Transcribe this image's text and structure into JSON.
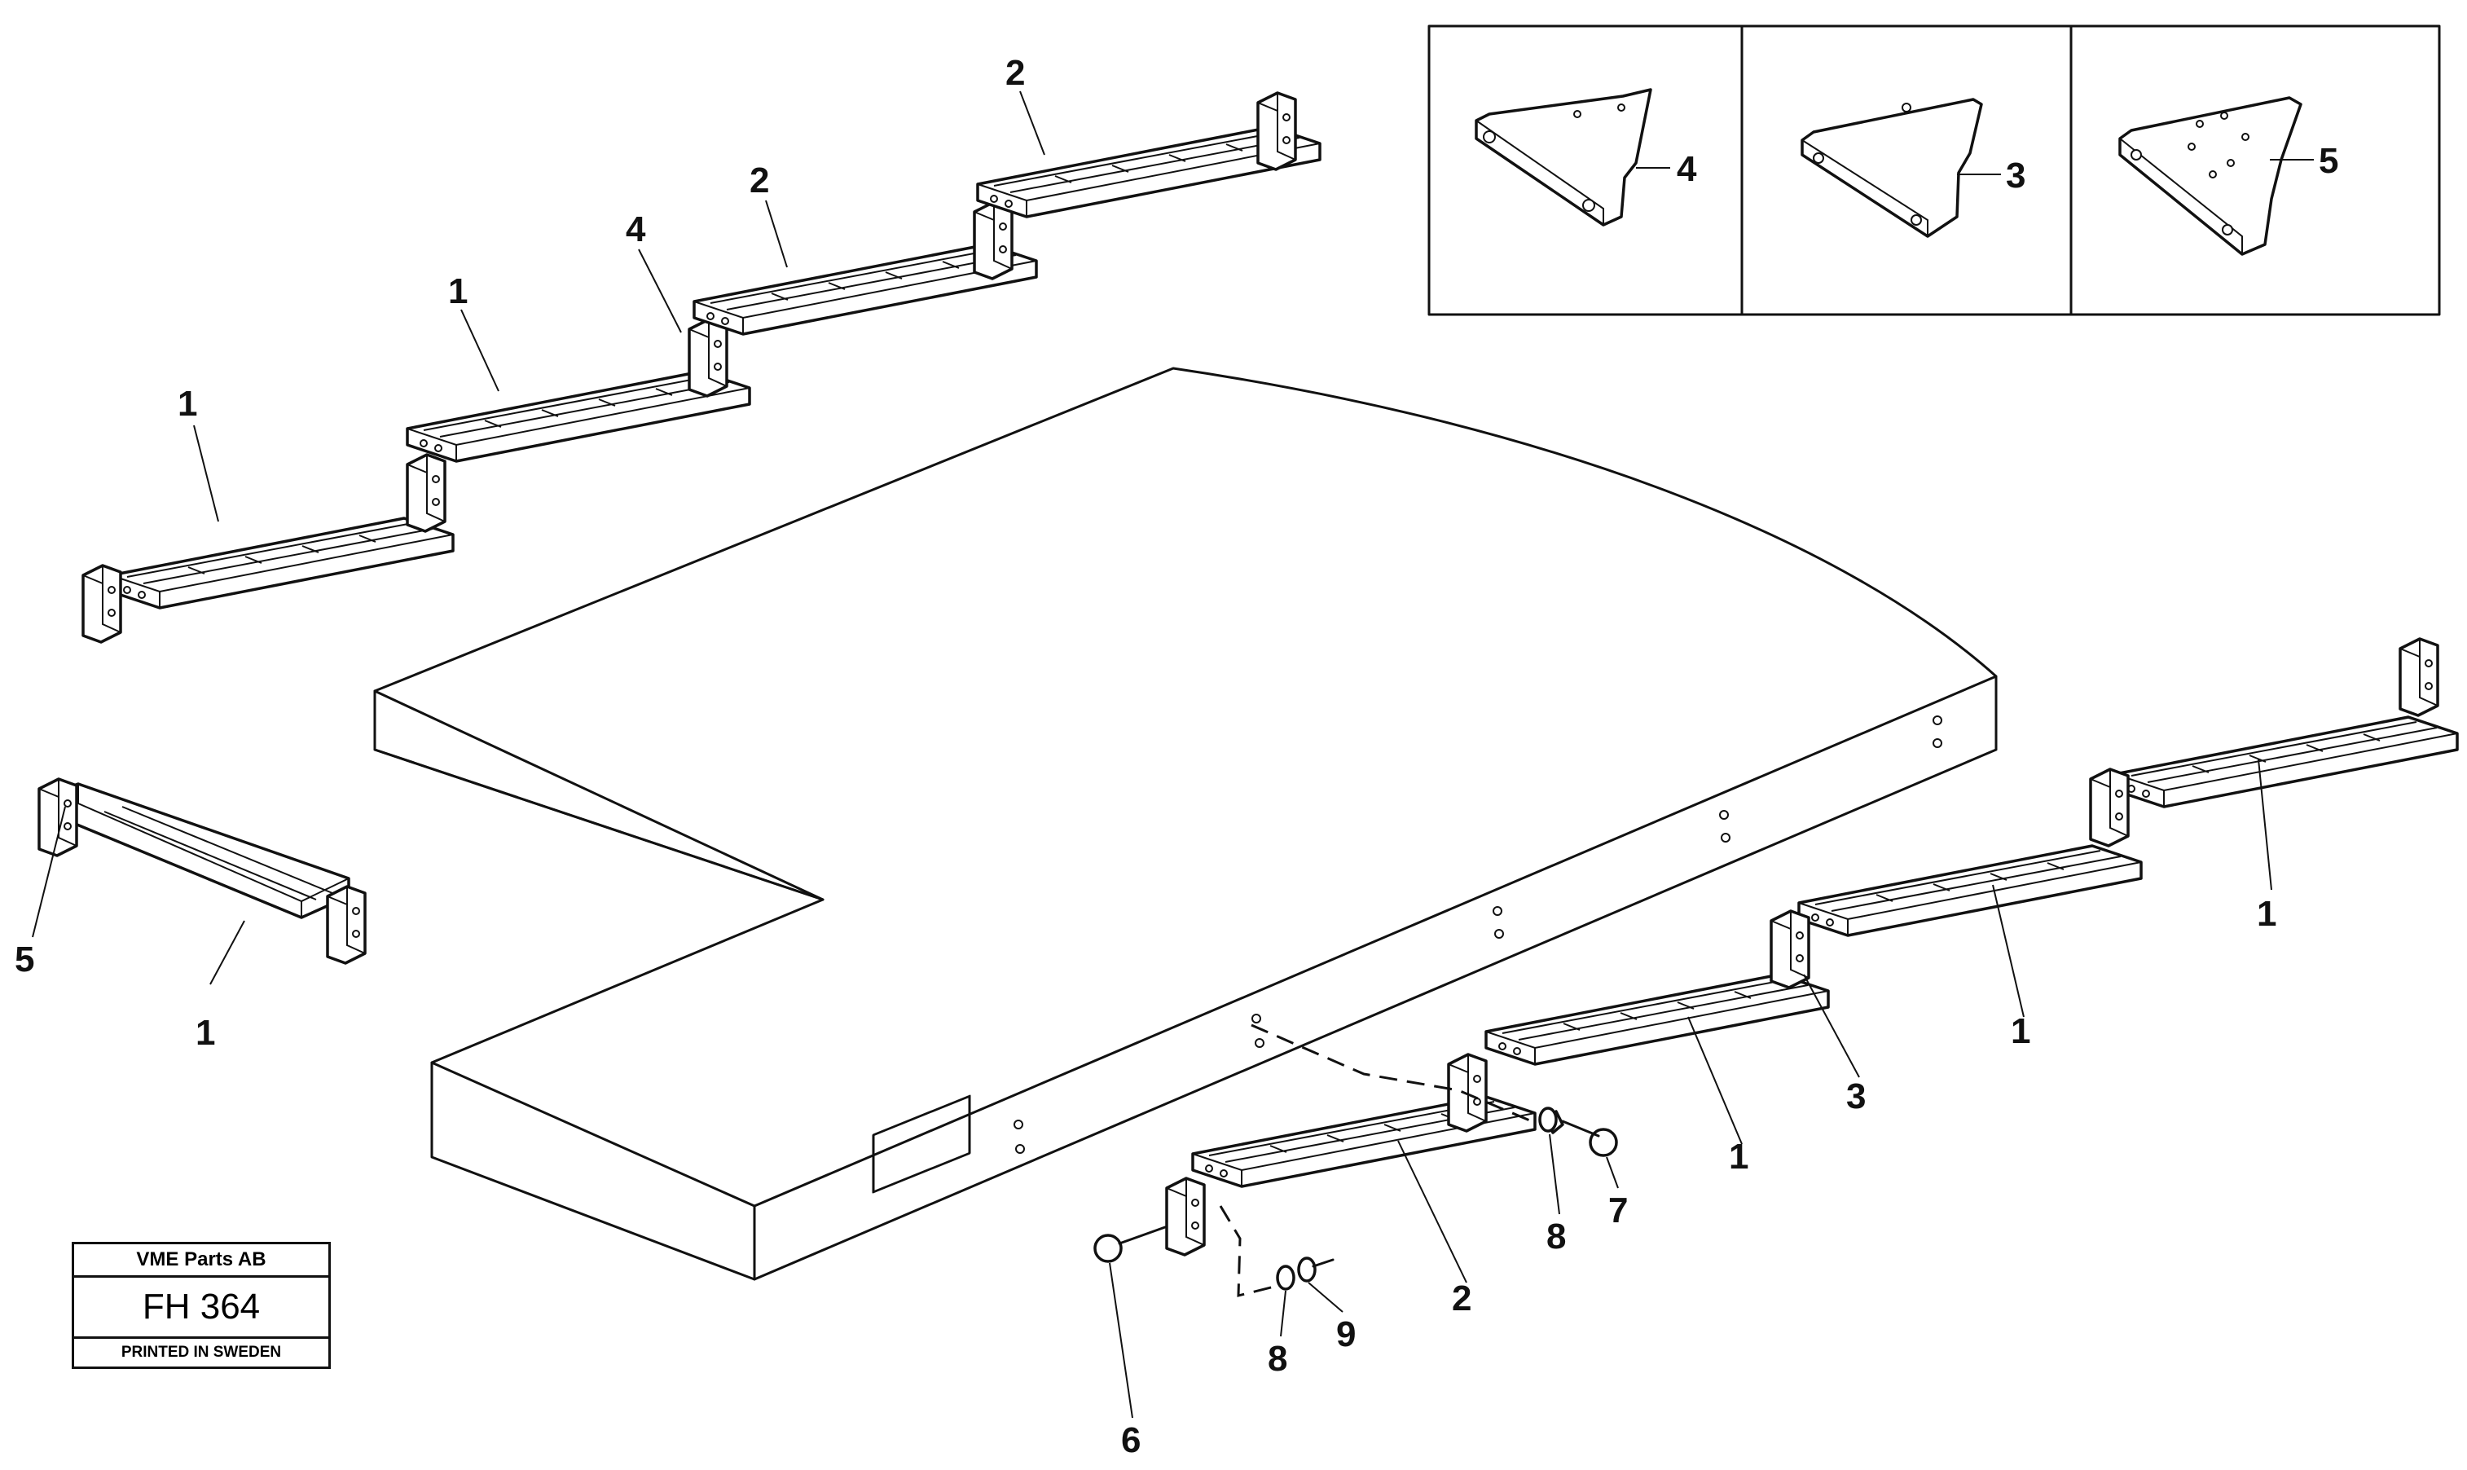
{
  "title_block": {
    "company": "VME Parts AB",
    "drawing_number": "FH 364",
    "printed_note": "PRINTED IN SWEDEN"
  },
  "inset": {
    "panels": [
      {
        "callout": "4"
      },
      {
        "callout": "3"
      },
      {
        "callout": "5"
      }
    ]
  },
  "callouts": {
    "upper_left_step": "1",
    "upper_step_2": "1",
    "upper_bracket": "4",
    "upper_step_3": "2",
    "upper_step_4": "2",
    "left_step_bracket": "5",
    "left_step": "1",
    "front_step_far": "1",
    "front_step_mid": "1",
    "front_step_near": "1",
    "front_bracket": "3",
    "front_small_step": "2",
    "bolt_left": "6",
    "bolt_right": "7",
    "washer_left": "8",
    "washer_right": "8",
    "washer_pair": "9"
  }
}
